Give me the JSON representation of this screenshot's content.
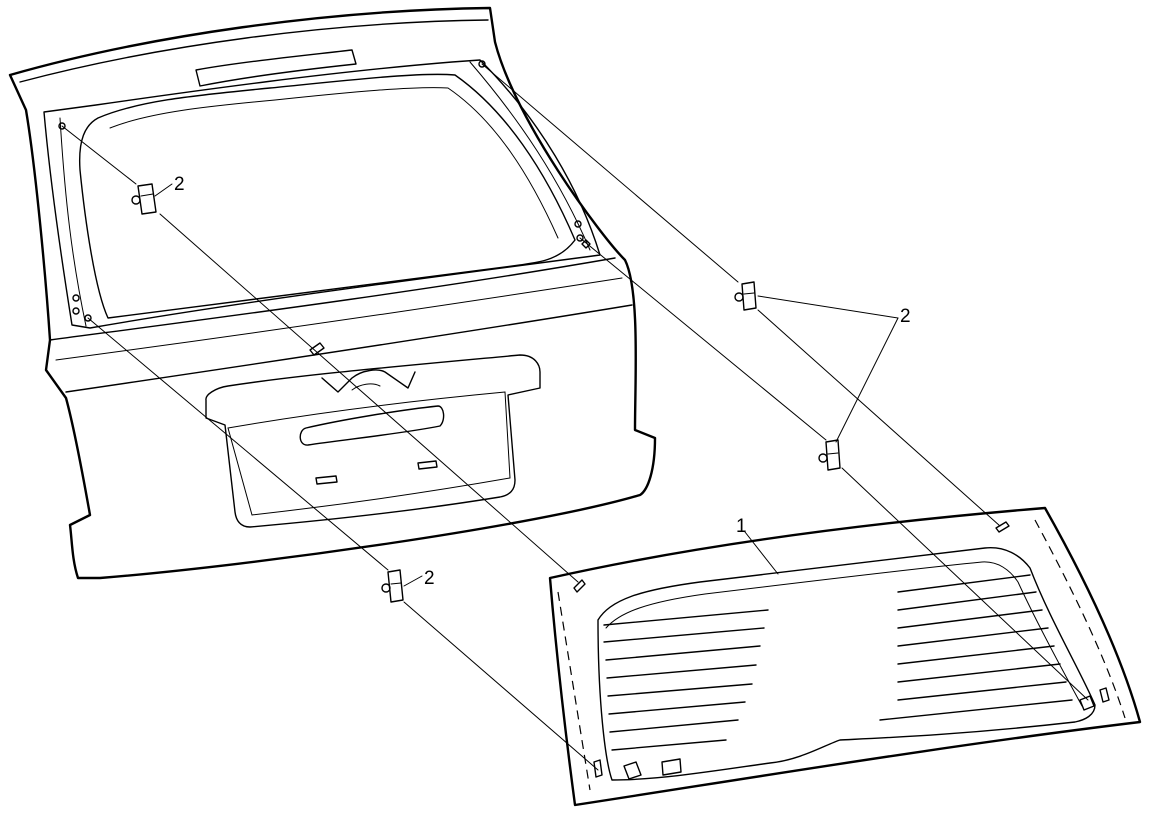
{
  "callouts": {
    "glass": "1",
    "clip_a": "2",
    "clip_b": "2",
    "clip_c": "2"
  },
  "colors": {
    "line": "#000000",
    "background": "#ffffff"
  }
}
